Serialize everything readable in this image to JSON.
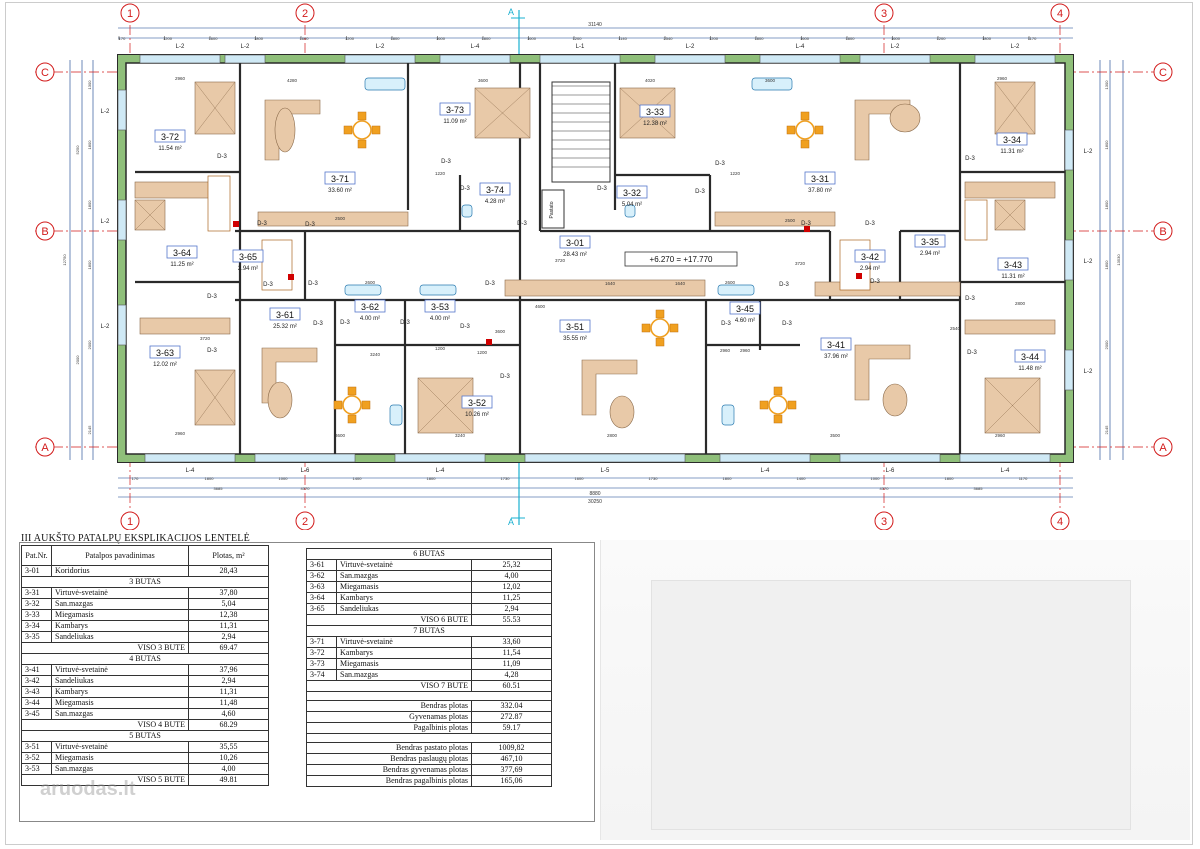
{
  "grid": {
    "columns": [
      "1",
      "2",
      "3",
      "4"
    ],
    "rows": [
      "C",
      "B",
      "A"
    ],
    "section_mark": "A"
  },
  "dims": {
    "overall_top": "31140",
    "overall_bottom": "30250",
    "inner_bottom": "8880",
    "left_h": "12750",
    "left_a": "5250",
    "left_b": "2000",
    "right_h": "13530",
    "left_ticks": [
      "1300",
      "1800",
      "1800",
      "1800",
      "2000",
      "2145"
    ],
    "right_ticks": [
      "1300",
      "1800",
      "1800",
      "1800",
      "2000",
      "2145"
    ],
    "top_ticks": [
      "170",
      "1200",
      "1600",
      "1800",
      "1600",
      "1200",
      "1800",
      "1600",
      "1800",
      "1600",
      "1200",
      "1140",
      "2540",
      "1200",
      "1800",
      "1600",
      "1800",
      "1600",
      "1200",
      "1800",
      "1170"
    ],
    "bottom_ticks": [
      "170",
      "1800",
      "1000",
      "1400",
      "1800",
      "1730",
      "1600",
      "1730",
      "1800",
      "1400",
      "1000",
      "1800",
      "1170"
    ],
    "bottom_mid": [
      "3685",
      "4370",
      "4370",
      "3685"
    ],
    "elev": "+6.270 = +17.770",
    "misc": [
      "2960",
      "4280",
      "3600",
      "4020",
      "3600",
      "2960",
      "1220",
      "1220",
      "2500",
      "2500",
      "3720",
      "3720",
      "2800",
      "2960",
      "3600",
      "3240",
      "2800",
      "2960",
      "3500",
      "2960",
      "3600",
      "4600",
      "3240",
      "2960",
      "1200",
      "1200",
      "1640",
      "1640",
      "2600",
      "2600",
      "2540",
      "3720"
    ]
  },
  "windows_top": [
    "L-2",
    "L-2",
    "L-2",
    "L-4",
    "L-1",
    "L-2",
    "L-4",
    "L-2",
    "L-2"
  ],
  "windows_bottom": [
    "L-4",
    "L-6",
    "L-4",
    "L-5",
    "L-4",
    "L-6",
    "L-4"
  ],
  "windows_side": [
    "L-2",
    "L-2",
    "L-2",
    "L-2",
    "L-2",
    "L-2"
  ],
  "doors": [
    "D-3",
    "D-3",
    "D-3",
    "D-3",
    "D-3",
    "D-3",
    "D-3",
    "D-3",
    "D-3",
    "D-3",
    "D-3",
    "D-3",
    "D-3",
    "D-3",
    "D-3",
    "D-3",
    "D-3",
    "D-3",
    "D-3",
    "D-3",
    "D-3",
    "D-3",
    "D-3",
    "D-3",
    "D-3",
    "D-3",
    "D-3",
    "D-3"
  ],
  "stair_label": "Pastato",
  "rooms": [
    {
      "id": "3-72",
      "area": "11.54 m²"
    },
    {
      "id": "3-71",
      "area": "33.60 m²"
    },
    {
      "id": "3-73",
      "area": "11.09 m²"
    },
    {
      "id": "3-74",
      "area": "4.28 m²"
    },
    {
      "id": "3-33",
      "area": "12.38 m²"
    },
    {
      "id": "3-32",
      "area": "5.04 m²"
    },
    {
      "id": "3-31",
      "area": "37.80 m²"
    },
    {
      "id": "3-34",
      "area": "11.31 m²"
    },
    {
      "id": "3-64",
      "area": "11.25 m²"
    },
    {
      "id": "3-65",
      "area": "2.94 m²"
    },
    {
      "id": "3-01",
      "area": "28.43 m²"
    },
    {
      "id": "3-42",
      "area": "2.94 m²"
    },
    {
      "id": "3-35",
      "area": "2.94 m²"
    },
    {
      "id": "3-43",
      "area": "11.31 m²"
    },
    {
      "id": "3-61",
      "area": "25.32 m²"
    },
    {
      "id": "3-62",
      "area": "4.00 m²"
    },
    {
      "id": "3-53",
      "area": "4.00 m²"
    },
    {
      "id": "3-51",
      "area": "35.55 m²"
    },
    {
      "id": "3-45",
      "area": "4.60 m²"
    },
    {
      "id": "3-41",
      "area": "37.96 m²"
    },
    {
      "id": "3-44",
      "area": "11.48 m²"
    },
    {
      "id": "3-63",
      "area": "12.02 m²"
    },
    {
      "id": "3-52",
      "area": "10.26 m²"
    }
  ],
  "table": {
    "title": "III AUKŠTO PATALPŲ EKSPLIKACIJOS LENTELĖ",
    "headers": [
      "Pat.Nr.",
      "Patalpos pavadinimas",
      "Plotas, m²"
    ],
    "left_rows": [
      {
        "k": "row",
        "no": "3-01",
        "name": "Koridorius",
        "val": "28,43"
      },
      {
        "k": "sec",
        "name": "3 BUTAS"
      },
      {
        "k": "row",
        "no": "3-31",
        "name": "Virtuvė-svetainė",
        "val": "37,80"
      },
      {
        "k": "row",
        "no": "3-32",
        "name": "San.mazgas",
        "val": "5,04"
      },
      {
        "k": "row",
        "no": "3-33",
        "name": "Miegamasis",
        "val": "12,38"
      },
      {
        "k": "row",
        "no": "3-34",
        "name": "Kambarys",
        "val": "11,31"
      },
      {
        "k": "row",
        "no": "3-35",
        "name": "Sandeliukas",
        "val": "2,94"
      },
      {
        "k": "tot",
        "name": "VISO 3 BUTE",
        "val": "69.47"
      },
      {
        "k": "sec",
        "name": "4 BUTAS"
      },
      {
        "k": "row",
        "no": "3-41",
        "name": "Virtuvė-svetainė",
        "val": "37,96"
      },
      {
        "k": "row",
        "no": "3-42",
        "name": "Sandeliukas",
        "val": "2,94"
      },
      {
        "k": "row",
        "no": "3-43",
        "name": "Kambarys",
        "val": "11,31"
      },
      {
        "k": "row",
        "no": "3-44",
        "name": "Miegamasis",
        "val": "11,48"
      },
      {
        "k": "row",
        "no": "3-45",
        "name": "San.mazgas",
        "val": "4,60"
      },
      {
        "k": "tot",
        "name": "VISO 4 BUTE",
        "val": "68.29"
      },
      {
        "k": "sec",
        "name": "5 BUTAS"
      },
      {
        "k": "row",
        "no": "3-51",
        "name": "Virtuvė-svetainė",
        "val": "35,55"
      },
      {
        "k": "row",
        "no": "3-52",
        "name": "Miegamasis",
        "val": "10,26"
      },
      {
        "k": "row",
        "no": "3-53",
        "name": "San.mazgas",
        "val": "4,00"
      },
      {
        "k": "tot",
        "name": "VISO 5 BUTE",
        "val": "49.81"
      }
    ],
    "right_rows": [
      {
        "k": "sec",
        "name": "6 BUTAS"
      },
      {
        "k": "row",
        "no": "3-61",
        "name": "Virtuvė-svetainė",
        "val": "25,32"
      },
      {
        "k": "row",
        "no": "3-62",
        "name": "San.mazgas",
        "val": "4,00"
      },
      {
        "k": "row",
        "no": "3-63",
        "name": "Miegamasis",
        "val": "12,02"
      },
      {
        "k": "row",
        "no": "3-64",
        "name": "Kambarys",
        "val": "11,25"
      },
      {
        "k": "row",
        "no": "3-65",
        "name": "Sandeliukas",
        "val": "2,94"
      },
      {
        "k": "tot",
        "name": "VISO 6 BUTE",
        "val": "55.53"
      },
      {
        "k": "sec",
        "name": "7 BUTAS"
      },
      {
        "k": "row",
        "no": "3-71",
        "name": "Virtuvė-svetainė",
        "val": "33,60"
      },
      {
        "k": "row",
        "no": "3-72",
        "name": "Kambarys",
        "val": "11,54"
      },
      {
        "k": "row",
        "no": "3-73",
        "name": "Miegamasis",
        "val": "11,09"
      },
      {
        "k": "row",
        "no": "3-74",
        "name": "San.mazgas",
        "val": "4,28"
      },
      {
        "k": "tot",
        "name": "VISO 7 BUTE",
        "val": "60.51"
      },
      {
        "k": "gap"
      },
      {
        "k": "tot",
        "name": "Bendras plotas",
        "val": "332.04"
      },
      {
        "k": "tot",
        "name": "Gyvenamas plotas",
        "val": "272.87"
      },
      {
        "k": "tot",
        "name": "Pagalbinis plotas",
        "val": "59.17"
      },
      {
        "k": "gap"
      },
      {
        "k": "tot",
        "name": "Bendras pastato plotas",
        "val": "1009,82"
      },
      {
        "k": "tot",
        "name": "Bendras paslaugų plotas",
        "val": "467,10"
      },
      {
        "k": "tot",
        "name": "Bendras gyvenamas plotas",
        "val": "377,69"
      },
      {
        "k": "tot",
        "name": "Bendras pagalbinis plotas",
        "val": "165,06"
      }
    ]
  },
  "watermark": "aruodas.lt",
  "colors": {
    "axis": "#d21b1b",
    "wall": "#2a2a2a",
    "insulation": "#8fbf7a",
    "furniture": "#e8c9a8",
    "furniture_line": "#8a6a4a",
    "dining": "#f0a020",
    "section": "#1ab0d0",
    "dim": "#0b3c8a",
    "label_box": "#5577cc"
  }
}
